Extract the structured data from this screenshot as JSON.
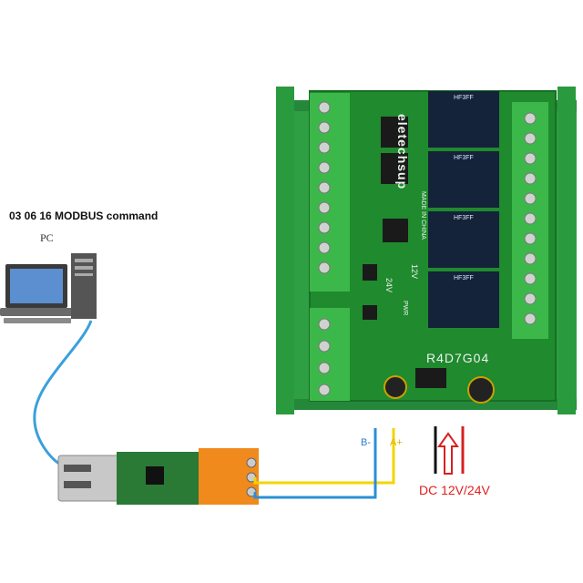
{
  "labels": {
    "command": "03 06 16 MODBUS command",
    "pc": "PC",
    "b_minus": "B-",
    "a_plus": "A+",
    "power": "DC 12V/24V",
    "board_brand": "eletechsup",
    "board_made": "MADE IN CHINA",
    "board_model": "R4D7G04",
    "v12": "12V",
    "v24": "24V",
    "pwr": "PWR"
  },
  "relays": [
    {
      "name": "HF3FF"
    },
    {
      "name": "HF3FF"
    },
    {
      "name": "HF3FF"
    },
    {
      "name": "HF3FF"
    }
  ],
  "colors": {
    "board": "#1f8a2e",
    "rail": "#2ea043",
    "terminal": "#3cb84a",
    "relay": "#14223a",
    "rs485_b": "#2a8fd8",
    "rs485_a": "#f2d600",
    "usb_cable": "#3aa0dc",
    "power_neg": "#111111",
    "power_pos": "#d82020"
  }
}
